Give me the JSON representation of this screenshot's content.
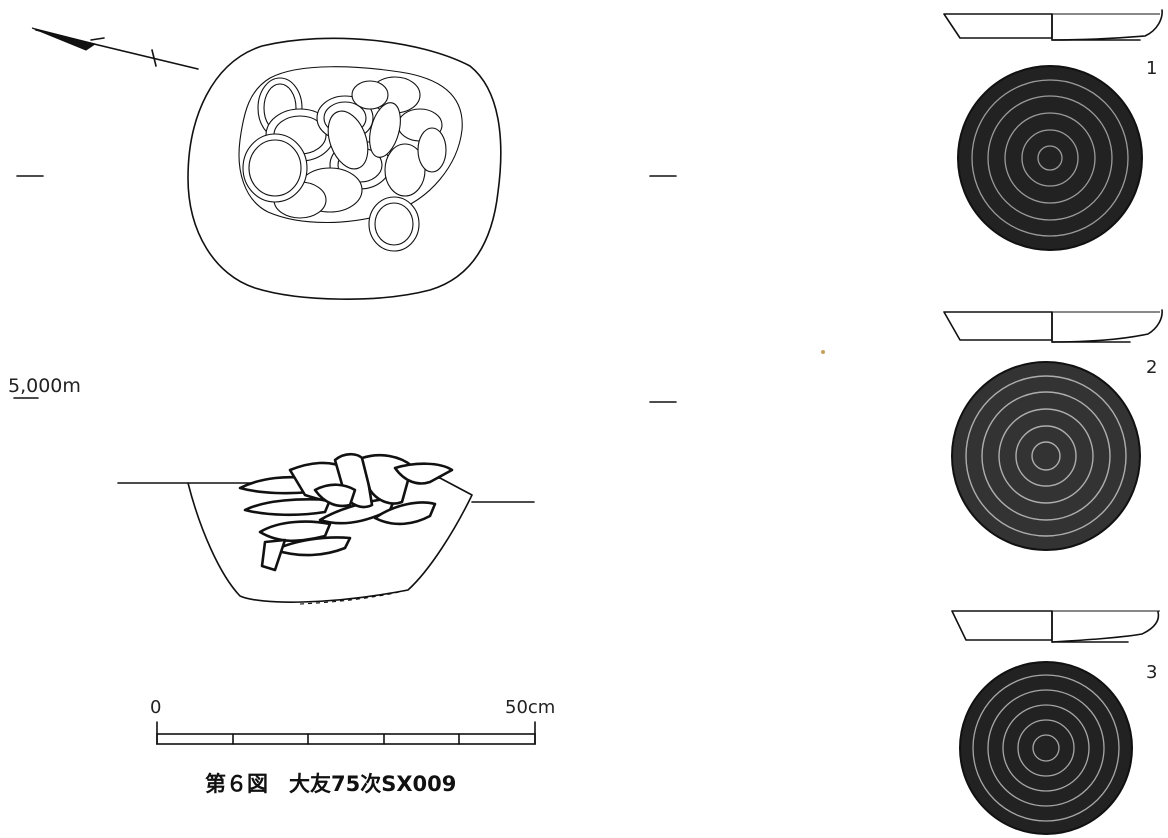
{
  "elevation": {
    "label": "5,000m"
  },
  "scale_bar": {
    "start_label": "0",
    "end_label": "50cm",
    "segments": 5
  },
  "caption": {
    "text": "第６図　大友75次SX009"
  },
  "artifacts": [
    {
      "number": "1"
    },
    {
      "number": "2"
    },
    {
      "number": "3"
    }
  ],
  "colors": {
    "ink": "#111111",
    "paper": "#ffffff"
  }
}
